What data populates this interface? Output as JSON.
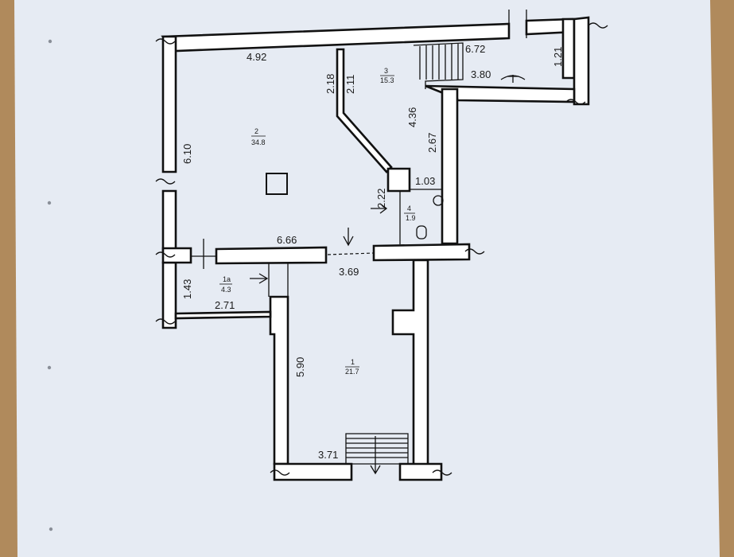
{
  "plan": {
    "rooms": [
      {
        "number": "1",
        "area": "21.7"
      },
      {
        "number": "1a",
        "area": "4.3"
      },
      {
        "number": "2",
        "area": "34.8"
      },
      {
        "number": "3",
        "area": "15.3"
      },
      {
        "number": "4",
        "area": "1.9"
      }
    ],
    "dimensions": {
      "d_492": "4.92",
      "d_218": "2.18",
      "d_211": "2.11",
      "d_672": "6.72",
      "d_121": "1.21",
      "d_380": "3.80",
      "d_436": "4.36",
      "d_610": "6.10",
      "d_267": "2.67",
      "d_103": "1.03",
      "d_222": "2.22",
      "d_666": "6.66",
      "d_369": "3.69",
      "d_143": "1.43",
      "d_271": "2.71",
      "d_590": "5.90",
      "d_371": "3.71"
    },
    "symbols": {
      "toilet_icon": "toilet-icon",
      "sink_icon": "sink-icon",
      "entry_arrow_icon": "entry-arrow-icon"
    }
  }
}
